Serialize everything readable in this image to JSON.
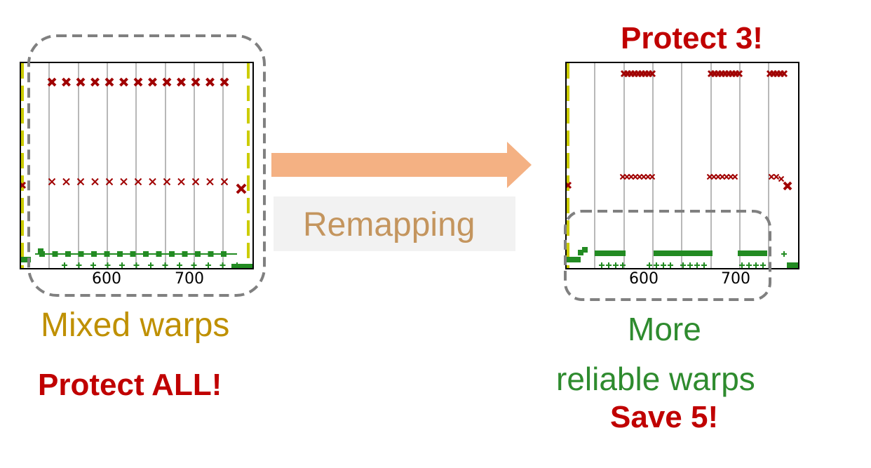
{
  "left_plot": {
    "x_ticks": [
      "600",
      "700"
    ],
    "caption": "Mixed warps",
    "note": "Protect ALL!"
  },
  "arrow": {
    "label": "Remapping"
  },
  "right_plot": {
    "x_ticks": [
      "600",
      "700"
    ],
    "title": "Protect 3!",
    "caption_line1": "More",
    "caption_line2": "reliable warps",
    "note": "Save 5!"
  },
  "colors": {
    "red_marker": "#a00000",
    "green_marker": "#228b22",
    "yellow_line": "#cccc00",
    "grid": "#b8b8b8",
    "dashed_box": "#808080",
    "arrow": "#f4b183",
    "caption_yellow": "#bf9000",
    "caption_green": "#2e8b2e",
    "emphasis_red": "#c00000"
  }
}
